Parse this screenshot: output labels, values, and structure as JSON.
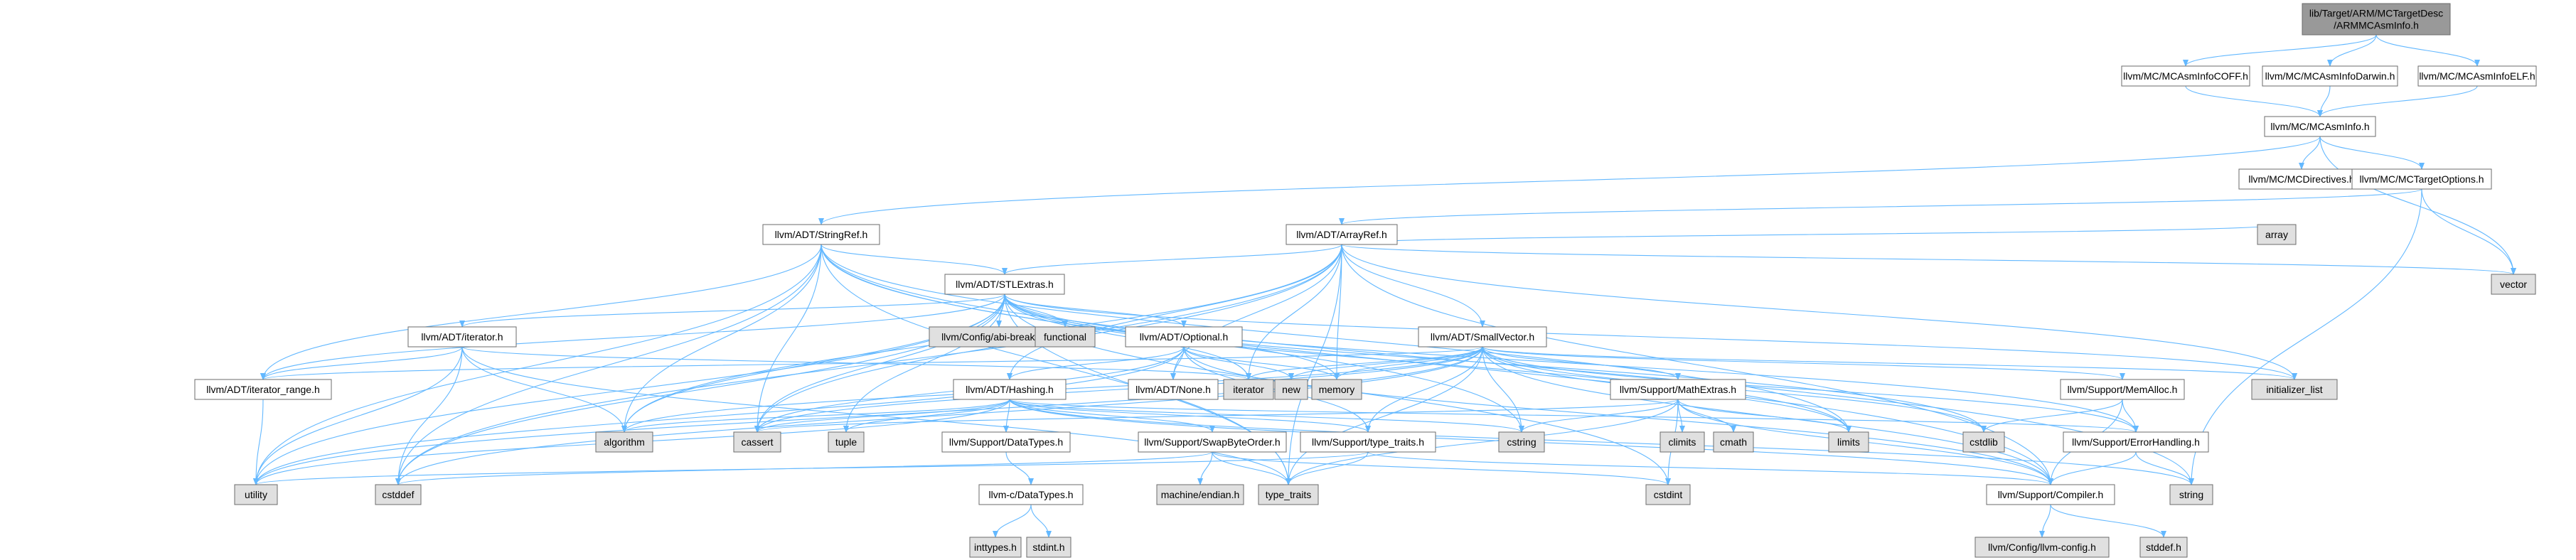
{
  "colors": {
    "edge": "#63b8ff",
    "root_fill": "#999999",
    "file_fill": "#ffffff",
    "system_fill": "#e0e0e0",
    "missing_border": "#ff0000",
    "border": "#6b6b6b"
  },
  "nodes": [
    {
      "id": "root",
      "label": "lib/Target/ARM/MCTargetDesc/ARMMCAsmInfo.h",
      "lines": [
        "lib/Target/ARM/MCTargetDesc",
        "/ARMMCAsmInfo.h"
      ],
      "kind": "root"
    },
    {
      "id": "coff",
      "label": "llvm/MC/MCAsmInfoCOFF.h",
      "kind": "file"
    },
    {
      "id": "darwin",
      "label": "llvm/MC/MCAsmInfoDarwin.h",
      "kind": "file"
    },
    {
      "id": "elf",
      "label": "llvm/MC/MCAsmInfoELF.h",
      "kind": "file"
    },
    {
      "id": "mcasminfo",
      "label": "llvm/MC/MCAsmInfo.h",
      "kind": "file"
    },
    {
      "id": "mcdirectives",
      "label": "llvm/MC/MCDirectives.h",
      "kind": "file"
    },
    {
      "id": "mctargetoptions",
      "label": "llvm/MC/MCTargetOptions.h",
      "kind": "file"
    },
    {
      "id": "stringref",
      "label": "llvm/ADT/StringRef.h",
      "kind": "file"
    },
    {
      "id": "arrayref",
      "label": "llvm/ADT/ArrayRef.h",
      "kind": "file"
    },
    {
      "id": "array",
      "label": "array",
      "kind": "system"
    },
    {
      "id": "vector",
      "label": "vector",
      "kind": "system"
    },
    {
      "id": "stlextras",
      "label": "llvm/ADT/STLExtras.h",
      "kind": "file"
    },
    {
      "id": "abibreaking",
      "label": "llvm/Config/abi-breaking.h",
      "kind": "system"
    },
    {
      "id": "functional",
      "label": "functional",
      "kind": "system"
    },
    {
      "id": "optional",
      "label": "llvm/ADT/Optional.h",
      "kind": "file"
    },
    {
      "id": "smallvector",
      "label": "llvm/ADT/SmallVector.h",
      "kind": "file"
    },
    {
      "id": "iterator_h",
      "label": "llvm/ADT/iterator.h",
      "kind": "file"
    },
    {
      "id": "iterator_range",
      "label": "llvm/ADT/iterator_range.h",
      "kind": "file"
    },
    {
      "id": "hashing",
      "label": "llvm/ADT/Hashing.h",
      "kind": "file"
    },
    {
      "id": "none",
      "label": "llvm/ADT/None.h",
      "kind": "file"
    },
    {
      "id": "iterator",
      "label": "iterator",
      "kind": "system"
    },
    {
      "id": "new",
      "label": "new",
      "kind": "system"
    },
    {
      "id": "memory",
      "label": "memory",
      "kind": "system"
    },
    {
      "id": "initializer_list",
      "label": "initializer_list",
      "kind": "system"
    },
    {
      "id": "mathextras",
      "label": "llvm/Support/MathExtras.h",
      "kind": "file"
    },
    {
      "id": "memalloc",
      "label": "llvm/Support/MemAlloc.h",
      "kind": "file"
    },
    {
      "id": "algorithm",
      "label": "algorithm",
      "kind": "system"
    },
    {
      "id": "cassert",
      "label": "cassert",
      "kind": "system"
    },
    {
      "id": "tuple",
      "label": "tuple",
      "kind": "system"
    },
    {
      "id": "datatypes_support",
      "label": "llvm/Support/DataTypes.h",
      "kind": "file"
    },
    {
      "id": "swapbyteorder",
      "label": "llvm/Support/SwapByteOrder.h",
      "kind": "file"
    },
    {
      "id": "type_traits_h",
      "label": "llvm/Support/type_traits.h",
      "kind": "file"
    },
    {
      "id": "cstring",
      "label": "cstring",
      "kind": "system"
    },
    {
      "id": "climits",
      "label": "climits",
      "kind": "system"
    },
    {
      "id": "cmath",
      "label": "cmath",
      "kind": "system"
    },
    {
      "id": "limits",
      "label": "limits",
      "kind": "system"
    },
    {
      "id": "cstdlib",
      "label": "cstdlib",
      "kind": "system"
    },
    {
      "id": "errorhandling",
      "label": "llvm/Support/ErrorHandling.h",
      "kind": "file"
    },
    {
      "id": "llvmc_datatypes",
      "label": "llvm-c/DataTypes.h",
      "kind": "missing"
    },
    {
      "id": "endian",
      "label": "machine/endian.h",
      "kind": "system"
    },
    {
      "id": "utility",
      "label": "utility",
      "kind": "system"
    },
    {
      "id": "cstddef",
      "label": "cstddef",
      "kind": "system"
    },
    {
      "id": "type_traits",
      "label": "type_traits",
      "kind": "system"
    },
    {
      "id": "cstdint",
      "label": "cstdint",
      "kind": "system"
    },
    {
      "id": "string",
      "label": "string",
      "kind": "system"
    },
    {
      "id": "compiler",
      "label": "llvm/Support/Compiler.h",
      "kind": "file"
    },
    {
      "id": "inttypes",
      "label": "inttypes.h",
      "kind": "system"
    },
    {
      "id": "stdint",
      "label": "stdint.h",
      "kind": "system"
    },
    {
      "id": "llvmconfig",
      "label": "llvm/Config/llvm-config.h",
      "kind": "system"
    },
    {
      "id": "stddef",
      "label": "stddef.h",
      "kind": "system"
    }
  ],
  "edges": [
    [
      "root",
      "coff"
    ],
    [
      "root",
      "darwin"
    ],
    [
      "root",
      "elf"
    ],
    [
      "coff",
      "mcasminfo"
    ],
    [
      "darwin",
      "mcasminfo"
    ],
    [
      "elf",
      "mcasminfo"
    ],
    [
      "mcasminfo",
      "stringref"
    ],
    [
      "mcasminfo",
      "mcdirectives"
    ],
    [
      "mcasminfo",
      "mctargetoptions"
    ],
    [
      "mcasminfo",
      "vector"
    ],
    [
      "mctargetoptions",
      "arrayref"
    ],
    [
      "mctargetoptions",
      "string"
    ],
    [
      "mctargetoptions",
      "vector"
    ],
    [
      "stringref",
      "stlextras"
    ],
    [
      "stringref",
      "iterator_range"
    ],
    [
      "stringref",
      "compiler"
    ],
    [
      "stringref",
      "algorithm"
    ],
    [
      "stringref",
      "cassert"
    ],
    [
      "stringref",
      "cstddef"
    ],
    [
      "stringref",
      "cstring"
    ],
    [
      "stringref",
      "limits"
    ],
    [
      "stringref",
      "string"
    ],
    [
      "stringref",
      "type_traits"
    ],
    [
      "stringref",
      "utility"
    ],
    [
      "arrayref",
      "hashing"
    ],
    [
      "arrayref",
      "none"
    ],
    [
      "arrayref",
      "smallvector"
    ],
    [
      "arrayref",
      "stlextras"
    ],
    [
      "arrayref",
      "compiler"
    ],
    [
      "arrayref",
      "algorithm"
    ],
    [
      "arrayref",
      "array"
    ],
    [
      "arrayref",
      "cassert"
    ],
    [
      "arrayref",
      "cstddef"
    ],
    [
      "arrayref",
      "initializer_list"
    ],
    [
      "arrayref",
      "iterator"
    ],
    [
      "arrayref",
      "memory"
    ],
    [
      "arrayref",
      "type_traits"
    ],
    [
      "arrayref",
      "vector"
    ],
    [
      "stlextras",
      "optional"
    ],
    [
      "stlextras",
      "iterator_h"
    ],
    [
      "stlextras",
      "iterator_range"
    ],
    [
      "stlextras",
      "abibreaking"
    ],
    [
      "stlextras",
      "errorhandling"
    ],
    [
      "stlextras",
      "algorithm"
    ],
    [
      "stlextras",
      "cassert"
    ],
    [
      "stlextras",
      "cstddef"
    ],
    [
      "stlextras",
      "cstdint"
    ],
    [
      "stlextras",
      "cstdlib"
    ],
    [
      "stlextras",
      "functional"
    ],
    [
      "stlextras",
      "initializer_list"
    ],
    [
      "stlextras",
      "iterator"
    ],
    [
      "stlextras",
      "limits"
    ],
    [
      "stlextras",
      "memory"
    ],
    [
      "stlextras",
      "tuple"
    ],
    [
      "stlextras",
      "type_traits"
    ],
    [
      "stlextras",
      "utility"
    ],
    [
      "optional",
      "hashing"
    ],
    [
      "optional",
      "none"
    ],
    [
      "optional",
      "compiler"
    ],
    [
      "optional",
      "type_traits_h"
    ],
    [
      "optional",
      "cassert"
    ],
    [
      "optional",
      "memory"
    ],
    [
      "optional",
      "new"
    ],
    [
      "optional",
      "utility"
    ],
    [
      "smallvector",
      "iterator_range"
    ],
    [
      "smallvector",
      "compiler"
    ],
    [
      "smallvector",
      "errorhandling"
    ],
    [
      "smallvector",
      "mathextras"
    ],
    [
      "smallvector",
      "memalloc"
    ],
    [
      "smallvector",
      "type_traits_h"
    ],
    [
      "smallvector",
      "algorithm"
    ],
    [
      "smallvector",
      "cassert"
    ],
    [
      "smallvector",
      "cstddef"
    ],
    [
      "smallvector",
      "cstdlib"
    ],
    [
      "smallvector",
      "cstring"
    ],
    [
      "smallvector",
      "initializer_list"
    ],
    [
      "smallvector",
      "iterator"
    ],
    [
      "smallvector",
      "limits"
    ],
    [
      "smallvector",
      "memory"
    ],
    [
      "smallvector",
      "new"
    ],
    [
      "smallvector",
      "type_traits"
    ],
    [
      "smallvector",
      "utility"
    ],
    [
      "iterator_h",
      "iterator_range"
    ],
    [
      "iterator_h",
      "algorithm"
    ],
    [
      "iterator_h",
      "cstddef"
    ],
    [
      "iterator_h",
      "iterator"
    ],
    [
      "iterator_h",
      "type_traits"
    ],
    [
      "iterator_h",
      "utility"
    ],
    [
      "iterator_range",
      "utility"
    ],
    [
      "hashing",
      "compiler"
    ],
    [
      "hashing",
      "datatypes_support"
    ],
    [
      "hashing",
      "errorhandling"
    ],
    [
      "hashing",
      "swapbyteorder"
    ],
    [
      "hashing",
      "type_traits_h"
    ],
    [
      "hashing",
      "algorithm"
    ],
    [
      "hashing",
      "cassert"
    ],
    [
      "hashing",
      "cstring"
    ],
    [
      "hashing",
      "string"
    ],
    [
      "hashing",
      "tuple"
    ],
    [
      "hashing",
      "utility"
    ],
    [
      "datatypes_support",
      "llvmc_datatypes"
    ],
    [
      "llvmc_datatypes",
      "inttypes"
    ],
    [
      "llvmc_datatypes",
      "stdint"
    ],
    [
      "swapbyteorder",
      "cstddef"
    ],
    [
      "swapbyteorder",
      "cstdint"
    ],
    [
      "swapbyteorder",
      "type_traits"
    ],
    [
      "swapbyteorder",
      "endian"
    ],
    [
      "type_traits_h",
      "compiler"
    ],
    [
      "type_traits_h",
      "type_traits"
    ],
    [
      "type_traits_h",
      "utility"
    ],
    [
      "mathextras",
      "compiler"
    ],
    [
      "mathextras",
      "cassert"
    ],
    [
      "mathextras",
      "climits"
    ],
    [
      "mathextras",
      "cmath"
    ],
    [
      "mathextras",
      "cstdint"
    ],
    [
      "mathextras",
      "cstring"
    ],
    [
      "mathextras",
      "limits"
    ],
    [
      "mathextras",
      "type_traits"
    ],
    [
      "memalloc",
      "compiler"
    ],
    [
      "memalloc",
      "errorhandling"
    ],
    [
      "memalloc",
      "cstdlib"
    ],
    [
      "errorhandling",
      "compiler"
    ],
    [
      "errorhandling",
      "string"
    ],
    [
      "compiler",
      "llvmconfig"
    ],
    [
      "compiler",
      "stddef"
    ]
  ]
}
